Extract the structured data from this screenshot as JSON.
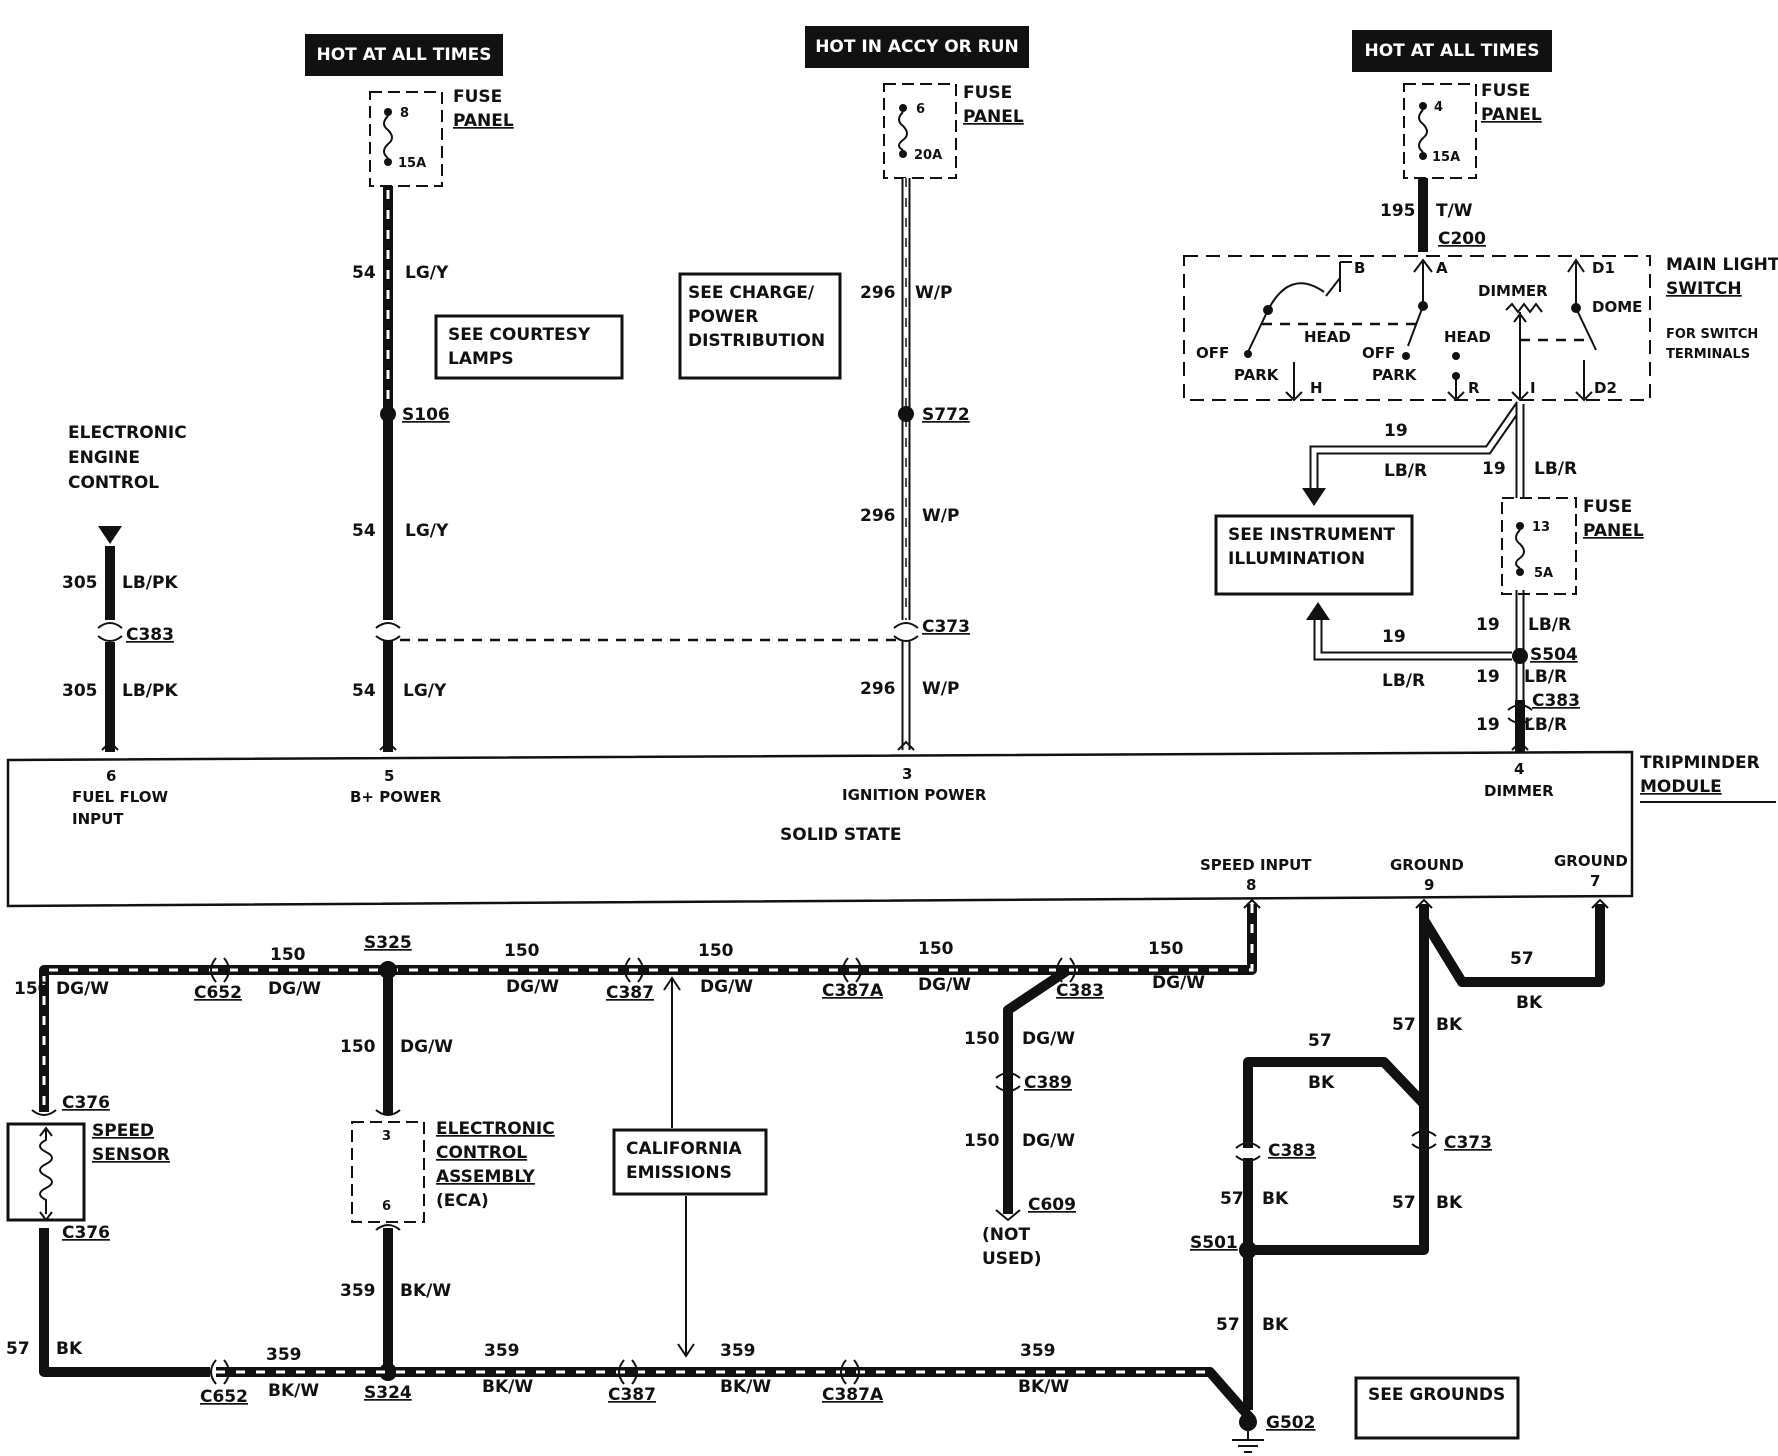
{
  "headers": {
    "hot_left": "HOT AT ALL TIMES",
    "hot_mid": "HOT IN ACCY OR RUN",
    "hot_right": "HOT AT ALL TIMES"
  },
  "fuse_panels": {
    "left": {
      "label": "FUSE PANEL",
      "fuse_no": "8",
      "rating": "15A"
    },
    "mid": {
      "label": "FUSE PANEL",
      "fuse_no": "6",
      "rating": "20A"
    },
    "right": {
      "label": "FUSE PANEL",
      "fuse_no": "4",
      "rating": "15A"
    },
    "lower": {
      "label": "FUSE PANEL",
      "fuse_no": "13",
      "rating": "5A"
    }
  },
  "notes": {
    "courtesy": "SEE COURTESY LAMPS",
    "charge": "SEE CHARGE/ POWER DISTRIBUTION",
    "instrument": "SEE INSTRUMENT ILLUMINATION",
    "california": "CALIFORNIA EMISSIONS",
    "grounds": "SEE GROUNDS",
    "not_used": "(NOT USED)"
  },
  "labels": {
    "eec": "ELECTRONIC ENGINE CONTROL",
    "main_light_switch": "MAIN LIGHT SWITCH",
    "for_switch_terminals": "FOR SWITCH TERMINALS",
    "tripminder": "TRIPMINDER MODULE",
    "solid_state": "SOLID STATE",
    "speed_sensor": "SPEED SENSOR",
    "eca": "ELECTRONIC CONTROL ASSEMBLY (ECA)"
  },
  "switch": {
    "b": "B",
    "a": "A",
    "d1": "D1",
    "dimmer": "DIMMER",
    "dome": "DOME",
    "head1": "HEAD",
    "head2": "HEAD",
    "off1": "OFF",
    "off2": "OFF",
    "park1": "PARK",
    "park2": "PARK",
    "h": "H",
    "r": "R",
    "i": "I",
    "d2": "D2"
  },
  "module_pins": {
    "p6": "6",
    "p6_name": "FUEL FLOW INPUT",
    "p5": "5",
    "p5_name": "B+ POWER",
    "p3": "3",
    "p3_name": "IGNITION POWER",
    "p4": "4",
    "p4_name": "DIMMER",
    "p8": "8",
    "p8_name": "SPEED INPUT",
    "p9": "9",
    "p9_name": "GROUND",
    "p7": "7",
    "p7_name": "GROUND"
  },
  "eca_pins": {
    "top": "3",
    "bottom": "6"
  },
  "circuits": {
    "c54": "54",
    "lgy": "LG/Y",
    "c296": "296",
    "wp": "W/P",
    "c195": "195",
    "tw": "T/W",
    "c19": "19",
    "lbr": "LB/R",
    "c305": "305",
    "lbpk": "LB/PK",
    "c150": "150",
    "dgw": "DG/W",
    "c359": "359",
    "bkw": "BK/W",
    "c57": "57",
    "bk": "BK"
  },
  "connectors": {
    "s106": "S106",
    "s772": "S772",
    "c200": "C200",
    "s504": "S504",
    "c383": "C383",
    "c373": "C373",
    "s325": "S325",
    "c652": "C652",
    "c387": "C387",
    "c387a": "C387A",
    "c389": "C389",
    "c609": "C609",
    "c376": "C376",
    "s324": "S324",
    "s501": "S501",
    "g502": "G502"
  }
}
